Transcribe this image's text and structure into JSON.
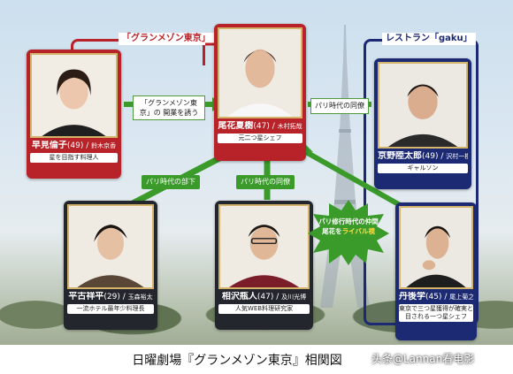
{
  "groups": {
    "grand_maison": "「グランメゾン東京」",
    "gaku": "レストラン「gaku」"
  },
  "characters": {
    "natsuki": {
      "name": "尾花夏樹",
      "age": "(47)",
      "actor": "木村拓哉",
      "role": "元二つ星シェフ"
    },
    "rinko": {
      "name": "早見倫子",
      "age": "(49)",
      "actor": "鈴木京香",
      "role": "星を目指す料理人"
    },
    "rikutaro": {
      "name": "京野陸太郎",
      "age": "(49)",
      "actor": "沢村一樹",
      "role": "ギャルソン"
    },
    "shohei": {
      "name": "平古祥平",
      "age": "(29)",
      "actor": "玉森裕太",
      "role": "一流ホテル最年少料理長"
    },
    "hayato": {
      "name": "相沢瓶人",
      "age": "(47)",
      "actor": "及川光博",
      "role": "人気WEB料理研究家"
    },
    "gaku": {
      "name": "丹後学",
      "age": "(45)",
      "actor": "尾上菊之助",
      "role": "東京で三つ星獲得が確実と目される一つ星シェフ"
    }
  },
  "relations": {
    "rinko_natsuki": "「グランメゾン東京」の 開業を誘う",
    "natsuki_rikutaro": "パリ時代の同僚",
    "natsuki_shohei": "パリ時代の部下",
    "natsuki_hayato": "パリ時代の同僚",
    "gaku_line1": "パリ修行時代の仲間",
    "gaku_prefix": "尾花を",
    "gaku_highlight": "ライバル視"
  },
  "caption": "日曜劇場『グランメゾン東京』相関図",
  "watermark": "头条@Lannan看电影",
  "colors": {
    "red": "#b8232a",
    "navy": "#1c2a73",
    "green": "#3a9a2a",
    "gold": "#d4b46a"
  }
}
